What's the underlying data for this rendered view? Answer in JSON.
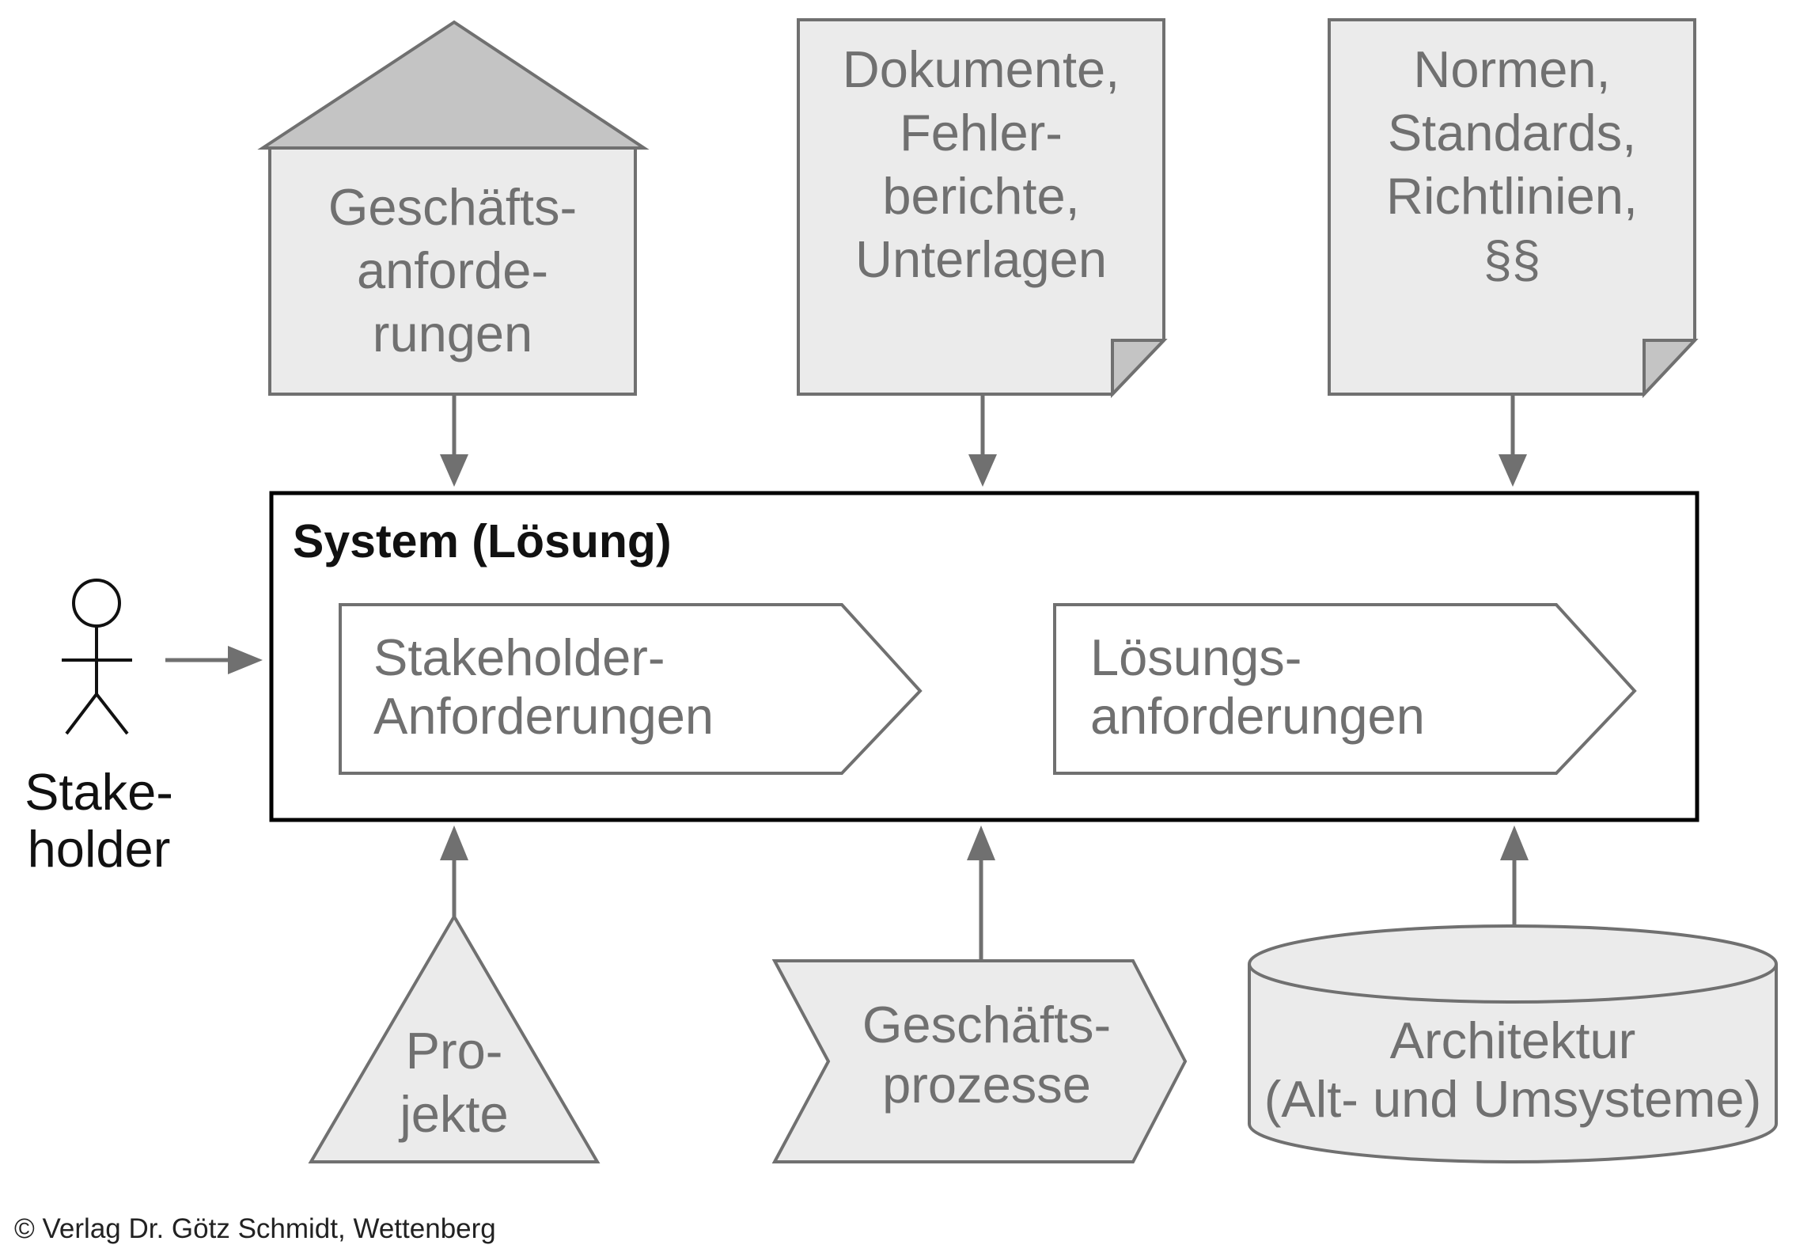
{
  "system": {
    "title": "System (Lösung)"
  },
  "stakeholder": {
    "line1": "Stake-",
    "line2": "holder"
  },
  "inputs_top": {
    "business": {
      "line1": "Geschäfts-",
      "line2": "anforde-",
      "line3": "rungen"
    },
    "documents": {
      "line1": "Dokumente,",
      "line2": "Fehler-",
      "line3": "berichte,",
      "line4": "Unterlagen"
    },
    "norms": {
      "line1": "Normen,",
      "line2": "Standards,",
      "line3": "Richtlinien,",
      "line4": "§§"
    }
  },
  "requirements": {
    "stakeholder_req": {
      "line1": "Stakeholder-",
      "line2": "Anforderungen"
    },
    "solution_req": {
      "line1": "Lösungs-",
      "line2": "anforderungen"
    }
  },
  "inputs_bottom": {
    "projects": {
      "line1": "Pro-",
      "line2": "jekte"
    },
    "processes": {
      "line1": "Geschäfts-",
      "line2": "prozesse"
    },
    "architecture": {
      "line1": "Architektur",
      "line2": "(Alt- und Umsysteme)"
    }
  },
  "copyright": "© Verlag Dr. Götz Schmidt, Wettenberg",
  "colors": {
    "shape_fill": "#ebebeb",
    "roof_fill": "#c4c4c4",
    "stroke": "#707070",
    "text": "#707070",
    "system_border": "#000000"
  }
}
